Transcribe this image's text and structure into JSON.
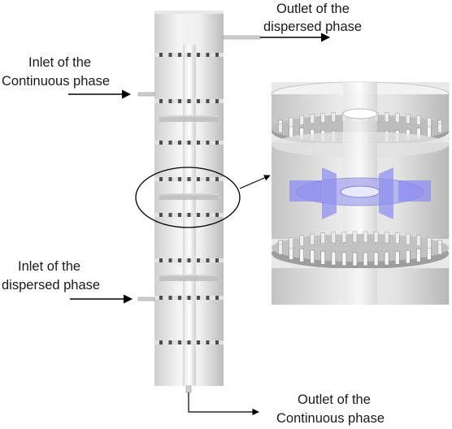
{
  "labels": {
    "outlet_dispersed": [
      "Outlet of the",
      "dispersed phase"
    ],
    "inlet_continuous": [
      "Inlet of the",
      "Continuous phase"
    ],
    "inlet_dispersed": [
      "Inlet of the",
      "dispersed phase"
    ],
    "outlet_continuous": [
      "Outlet of the",
      "Continuous phase"
    ]
  },
  "colors": {
    "column_light": "#f2f2f2",
    "column_mid": "#d9d9d9",
    "column_dark": "#b5b5b5",
    "slot_dark": "#4d4d4d",
    "impeller_blue": "#8c8cf0",
    "arrow": "#000000",
    "text": "#1a1a1a"
  }
}
